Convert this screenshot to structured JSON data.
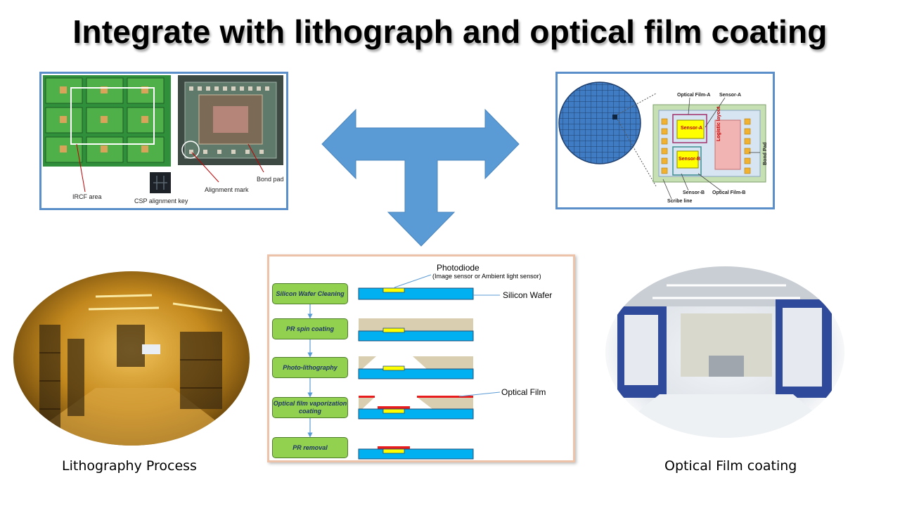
{
  "title": "Integrate with lithograph and optical film coating",
  "left_photo": {
    "labels": {
      "ircf_area": "IRCF area",
      "csp_key": "CSP alignment key",
      "alignment_mark": "Alignment mark",
      "bond_pad": "Bond pad"
    }
  },
  "right_diagram": {
    "labels": {
      "optical_film_a": "Optical Film-A",
      "sensor_a_top": "Sensor-A",
      "sensor_a": "Sensor-A",
      "sensor_b": "Sensor-B",
      "sensor_b_bottom": "Sensor-B",
      "optical_film_b": "Optical Film-B",
      "logistic_layout": "Logistic layout",
      "bond_pad": "Bond Pad",
      "scribe_line": "Scribe line"
    }
  },
  "process": {
    "steps": [
      "Silicon Wafer Cleaning",
      "PR spin coating",
      "Photo-lithography",
      "Optical film vaporization coating",
      "PR removal"
    ],
    "photodiode": "Photodiode",
    "photodiode_note": "(Image sensor or Ambient light sensor)",
    "silicon_wafer": "Silicon Wafer",
    "optical_film": "Optical Film"
  },
  "captions": {
    "lithography": "Lithography Process",
    "optical_coating": "Optical Film coating"
  },
  "colors": {
    "panel_border": "#5b8fc9",
    "arrow": "#5b9bd5",
    "step_box": "#92d050",
    "wafer": "#00b0f0",
    "photoresist": "#d9ceb0",
    "photodiode": "#ffff00",
    "optical_film": "#e81c1c"
  }
}
